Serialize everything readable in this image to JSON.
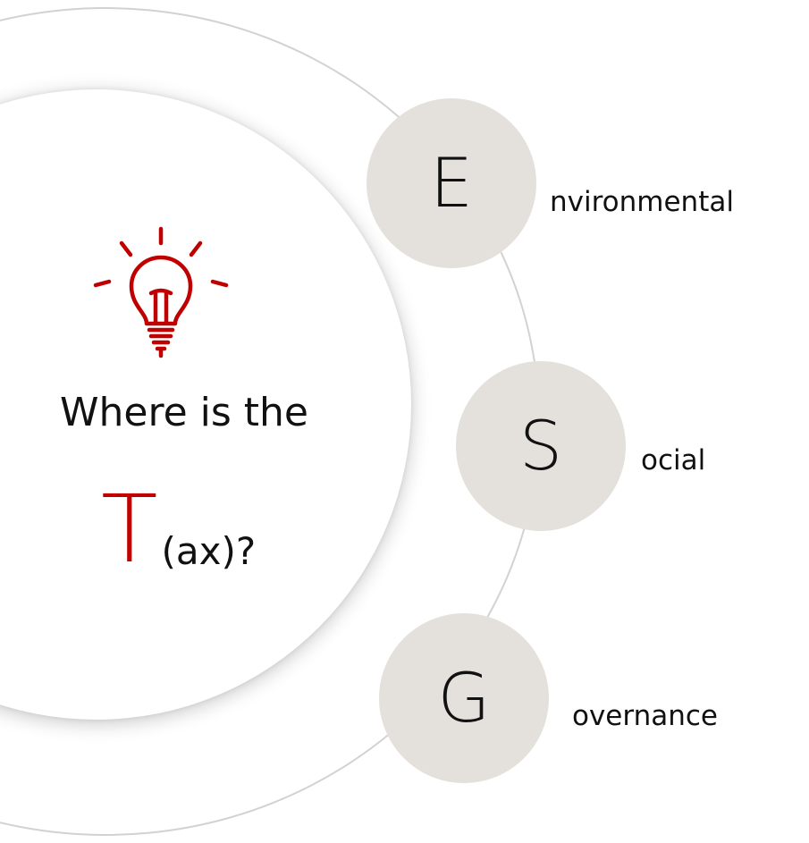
{
  "question": {
    "line1": "Where is the",
    "big_letter": "T",
    "suffix": "(ax)?"
  },
  "pillars": [
    {
      "letter": "E",
      "word": "nvironmental"
    },
    {
      "letter": "S",
      "word": "ocial"
    },
    {
      "letter": "G",
      "word": "overnance"
    }
  ],
  "icon": "lightbulb-icon",
  "colors": {
    "accent": "#c00000",
    "circle_fill": "#e4e1dd",
    "ring": "#d2d2d2",
    "text": "#111111"
  }
}
